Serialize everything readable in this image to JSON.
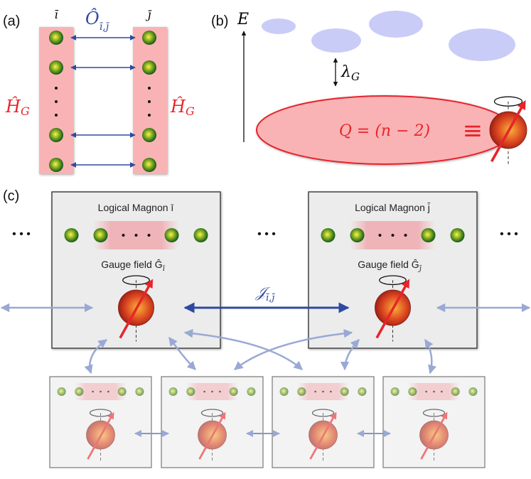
{
  "panels": {
    "a": {
      "label": "(a)",
      "site_i": "ī",
      "site_j": "j̄",
      "operator": "Ô",
      "operator_sub": "ī,j̄",
      "hamiltonian": "Ĥ",
      "hamiltonian_sub": "G"
    },
    "b": {
      "label": "(b)",
      "energy_axis": "E",
      "gap": "λ",
      "gap_sub": "G",
      "ground_space": "Q = (n − 2)",
      "equiv": "≡"
    },
    "c": {
      "label": "(c)",
      "ellipsis": "• • •",
      "coupling": "𝒥",
      "coupling_sub": "ī,j̄",
      "magnons": [
        {
          "title": "Logical Magnon ī",
          "gauge": "Gauge field Ĝ",
          "gauge_sub": "ī"
        },
        {
          "title": "Logical Magnon j̄",
          "gauge": "Gauge field Ĝ",
          "gauge_sub": "j̄"
        }
      ]
    }
  },
  "colors": {
    "pink": "#f9b3b5",
    "red": "#e8242a",
    "blue_dark": "#2e4aa0",
    "blue_light": "#9aa9d4",
    "blob": "#c9ccf7",
    "box_fill": "#ececec"
  }
}
